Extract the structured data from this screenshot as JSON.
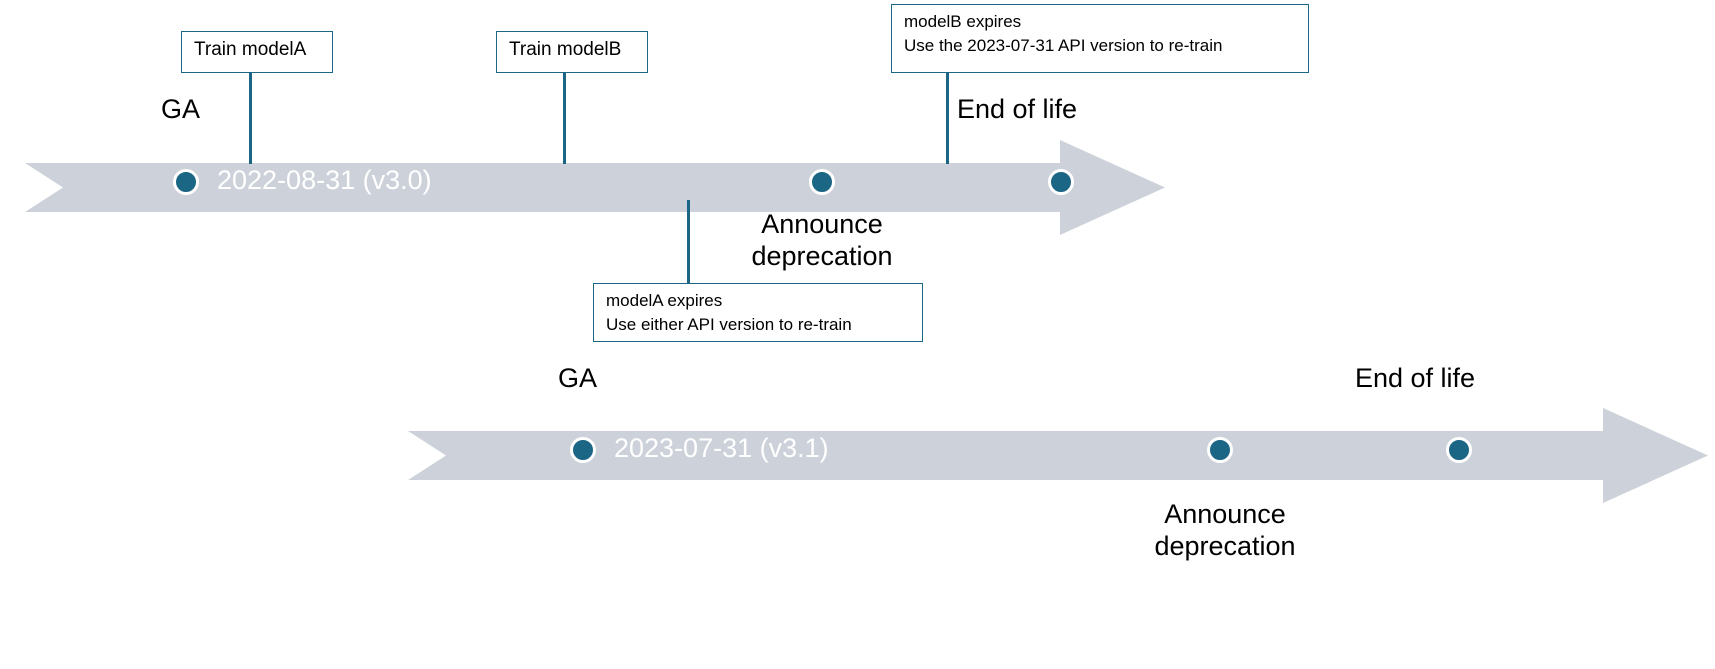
{
  "diagram": {
    "title": "Azure model lifecycle timeline",
    "colors": {
      "band": "#cdd2da",
      "dot": "#1b6585",
      "dot_ring": "#ffffff",
      "callout_border": "#1b6585",
      "leader": "#1b6585",
      "band_text": "#ffffff",
      "caption_text": "#000000",
      "background": "#ffffff"
    }
  },
  "timelines": [
    {
      "id": "v30",
      "label": "2022-08-31 (v3.0)",
      "milestones": [
        {
          "name": "ga",
          "caption": "GA"
        },
        {
          "name": "announce-deprecation",
          "caption": "Announce\ndeprecation"
        },
        {
          "name": "end-of-life",
          "caption": "End of life"
        }
      ],
      "callouts": [
        {
          "name": "train-modela",
          "lines": [
            "Train modelA"
          ]
        },
        {
          "name": "train-modelb",
          "lines": [
            "Train modelB"
          ]
        },
        {
          "name": "modelb-expires",
          "lines": [
            "modelB expires",
            "Use the 2023-07-31 API version to re-train"
          ]
        },
        {
          "name": "modela-expires",
          "lines": [
            "modelA expires",
            "Use either API version to re-train"
          ]
        }
      ]
    },
    {
      "id": "v31",
      "label": "2023-07-31 (v3.1)",
      "milestones": [
        {
          "name": "ga",
          "caption": "GA"
        },
        {
          "name": "announce-deprecation",
          "caption": "Announce\ndeprecation"
        },
        {
          "name": "end-of-life",
          "caption": "End of life"
        }
      ],
      "callouts": []
    }
  ],
  "labels": {
    "train_modela": "Train modelA",
    "train_modelb": "Train modelB",
    "modelb_expires_l1": "modelB expires",
    "modelb_expires_l2": "Use the 2023-07-31 API version to re-train",
    "modela_expires_l1": "modelA expires",
    "modela_expires_l2": "Use either API version to re-train",
    "top_ga": "GA",
    "top_end_of_life": "End of life",
    "top_announce": "Announce\ndeprecation",
    "top_band_date": "2022-08-31 (v3.0)",
    "bottom_ga": "GA",
    "bottom_end_of_life": "End of life",
    "bottom_announce": "Announce\ndeprecation",
    "bottom_band_date": "2023-07-31 (v3.1)"
  }
}
